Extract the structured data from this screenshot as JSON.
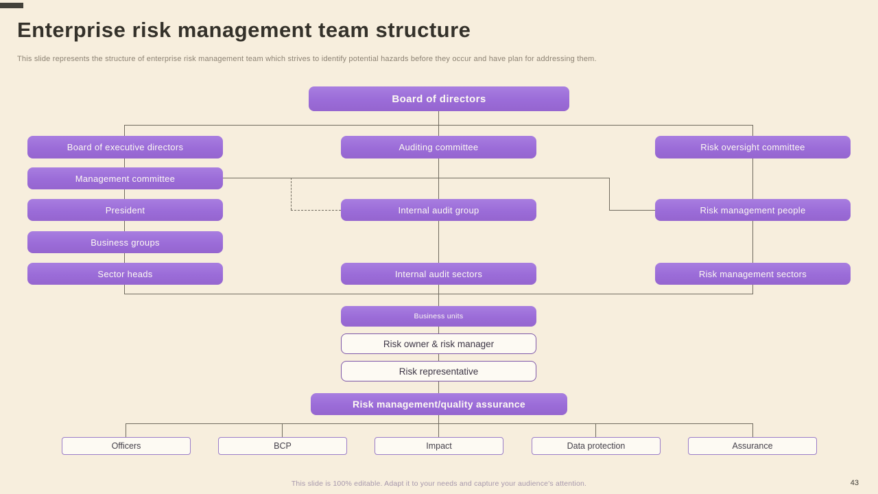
{
  "slide": {
    "title": "Enterprise risk management team structure",
    "subtitle": "This slide represents the structure of enterprise risk management team which strives to identify potential hazards before they occur and have plan for  addressing them.",
    "footer_note": "This slide is 100% editable. Adapt it to your needs and capture your audience's attention.",
    "page_number": "43"
  },
  "colors": {
    "background": "#f7eedd",
    "node_purple": "#9b6cd8",
    "node_white_fill": "#fdfaf3",
    "node_border_purple": "#7d56a8",
    "connector_line": "#6f6a5e",
    "title_text": "#34312a",
    "subtitle_text": "#8b8172",
    "footer_text": "#a596ab"
  },
  "nodes": {
    "board_of_directors": "Board of directors",
    "board_of_executive_directors": "Board of executive directors",
    "auditing_committee": "Auditing committee",
    "risk_oversight_committee": "Risk oversight committee",
    "management_committee": "Management committee",
    "president": "President",
    "internal_audit_group": "Internal audit group",
    "risk_management_people": "Risk management people",
    "business_groups": "Business groups",
    "sector_heads": "Sector heads",
    "internal_audit_sectors": "Internal audit sectors",
    "risk_management_sectors": "Risk management sectors",
    "business_units": "Business units",
    "risk_owner_risk_manager": "Risk owner & risk manager",
    "risk_representative": "Risk representative",
    "risk_management_quality_assurance": "Risk management/quality assurance",
    "officers": "Officers",
    "bcp": "BCP",
    "impact": "Impact",
    "data_protection": "Data protection",
    "assurance": "Assurance"
  }
}
